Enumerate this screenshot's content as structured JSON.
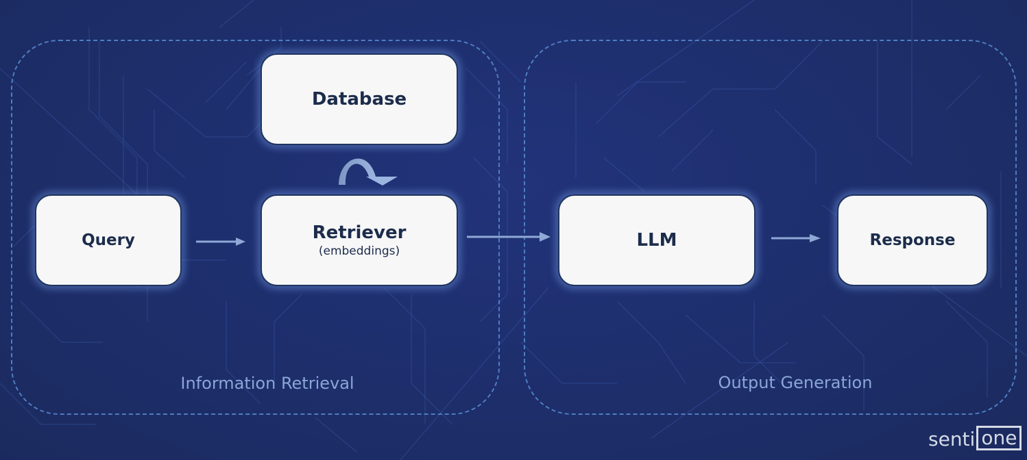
{
  "groups": {
    "retrieval": {
      "label": "Information Retrieval"
    },
    "generation": {
      "label": "Output Generation"
    }
  },
  "nodes": {
    "database": {
      "title": "Database"
    },
    "query": {
      "title": "Query"
    },
    "retriever": {
      "title": "Retriever",
      "subtitle": "(embeddings)"
    },
    "llm": {
      "title": "LLM"
    },
    "response": {
      "title": "Response"
    }
  },
  "logo": {
    "left": "senti",
    "right": "one"
  },
  "colors": {
    "background": "#1e2f6e",
    "dashed_border": "#4f7ec2",
    "arrow": "#8fa9d6",
    "node_fill": "#f7f7f8",
    "node_text": "#1c2c4b",
    "group_label": "#8aa6d6"
  }
}
